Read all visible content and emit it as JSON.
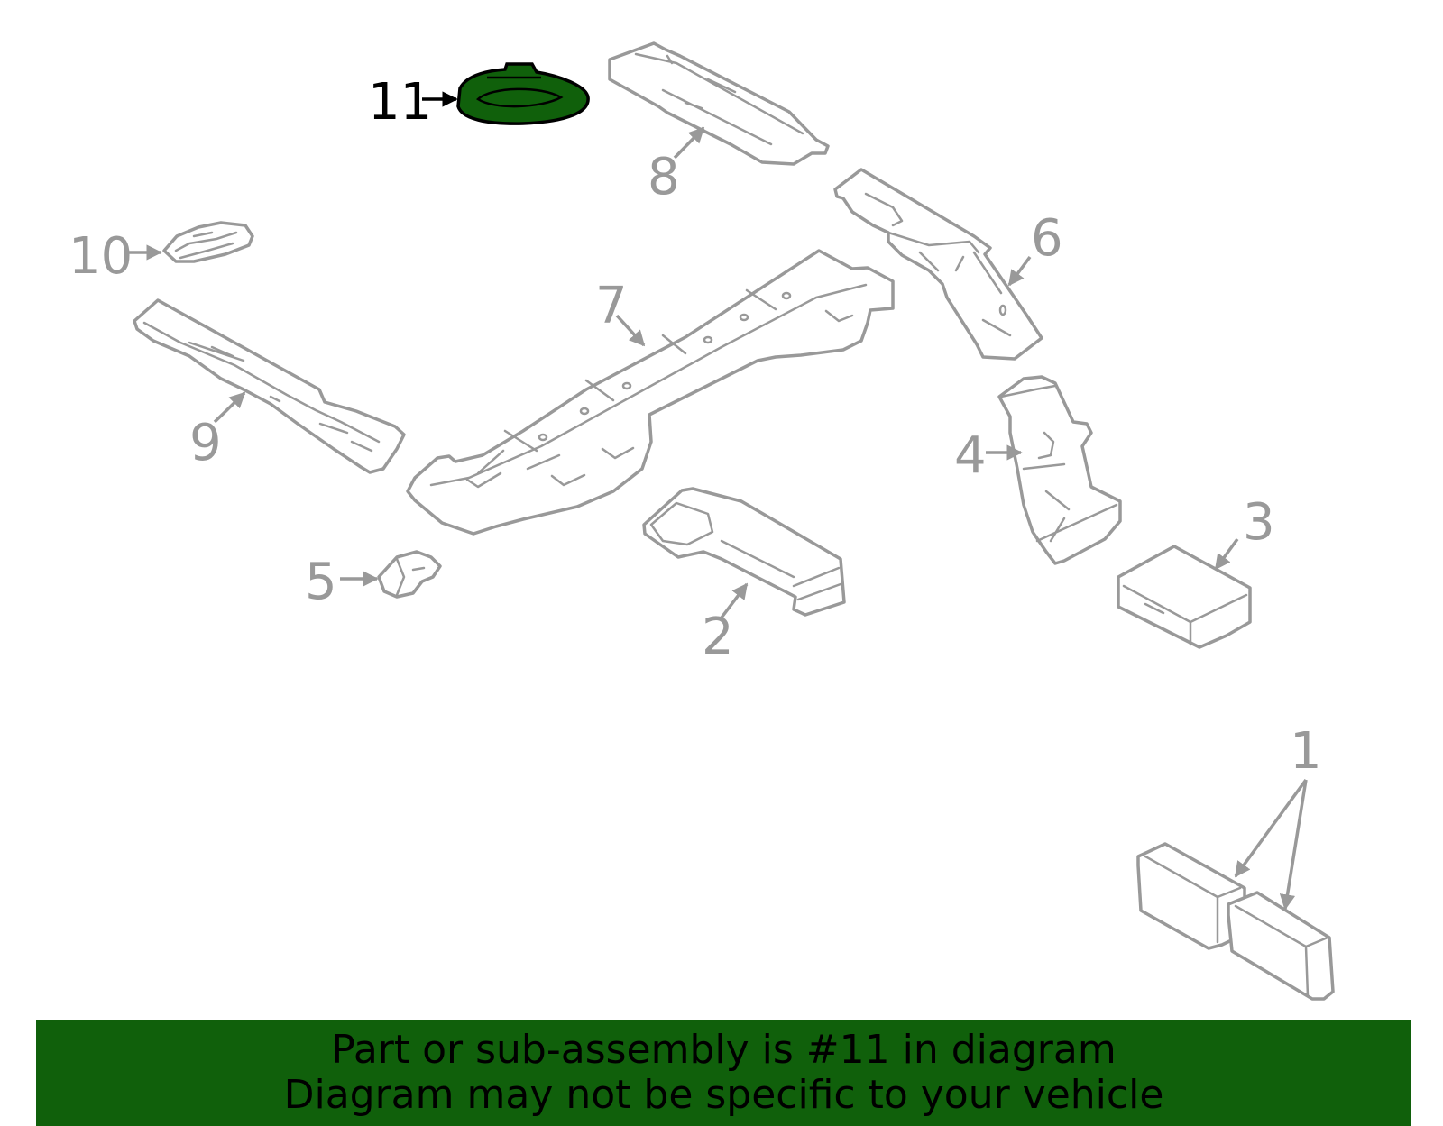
{
  "diagram": {
    "highlight_color": "#10600b",
    "line_color": "#999999",
    "callouts": {
      "p1": "1",
      "p2": "2",
      "p3": "3",
      "p4": "4",
      "p5": "5",
      "p6": "6",
      "p7": "7",
      "p8": "8",
      "p9": "9",
      "p10": "10",
      "p11": "11"
    },
    "highlighted_part": "11"
  },
  "banner": {
    "line1": "Part or sub-assembly is #11 in diagram",
    "line2": "Diagram may not be specific to your vehicle"
  }
}
